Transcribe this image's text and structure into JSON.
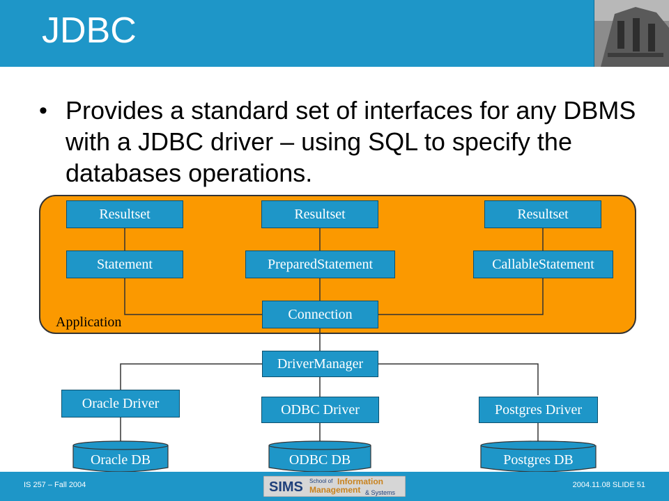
{
  "slide": {
    "title": "JDBC",
    "bullet": "Provides a standard set of interfaces for any DBMS with a JDBC driver – using SQL to specify the databases operations."
  },
  "diagram": {
    "application_label": "Application",
    "resultset_left": "Resultset",
    "resultset_middle": "Resultset",
    "resultset_right": "Resultset",
    "statement": "Statement",
    "prepared_statement": "PreparedStatement",
    "callable_statement": "CallableStatement",
    "connection": "Connection",
    "driver_manager": "DriverManager",
    "oracle_driver": "Oracle Driver",
    "odbc_driver": "ODBC Driver",
    "postgres_driver": "Postgres Driver",
    "oracle_db": "Oracle DB",
    "odbc_db": "ODBC DB",
    "postgres_db": "Postgres DB"
  },
  "footer": {
    "left": "IS 257 – Fall 2004",
    "right": "2004.11.08  SLIDE 51",
    "logo_sims": "SIMS",
    "logo_school_of": "School of",
    "logo_information": "Information",
    "logo_management": "Management",
    "logo_systems": "& Systems"
  },
  "colors": {
    "accent_blue": "#1e96c8",
    "panel_orange": "#fb9900"
  }
}
